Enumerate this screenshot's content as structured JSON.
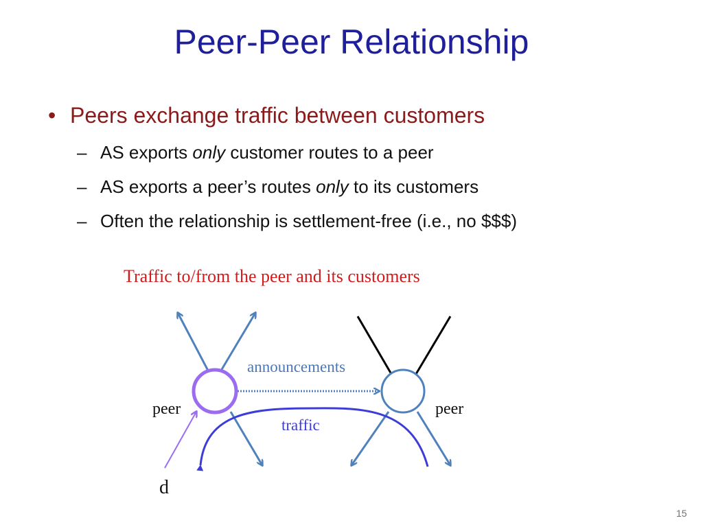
{
  "title": "Peer-Peer Relationship",
  "bullet": {
    "text": "Peers exchange traffic between customers",
    "subs": [
      {
        "before": "AS exports ",
        "em": "only",
        "after": " customer routes to a peer"
      },
      {
        "before": "AS exports a peer’s routes ",
        "em": "only",
        "after": " to its customers"
      },
      {
        "before": "Often the relationship is settlement-free (i.e., no $$$)",
        "em": "",
        "after": ""
      }
    ]
  },
  "diagram": {
    "caption": "Traffic to/from the peer and its customers",
    "label_peer_left": "peer",
    "label_peer_right": "peer",
    "label_announcements": "announcements",
    "label_traffic": "traffic",
    "label_d": "d",
    "colors": {
      "left_node": "#9b6cf0",
      "right_node": "#4f81bd",
      "edges": "#4f81bd",
      "traffic": "#3c3cd8",
      "right_customer_lines": "#000000",
      "caption": "#d21b1b"
    }
  },
  "page_number": "15"
}
